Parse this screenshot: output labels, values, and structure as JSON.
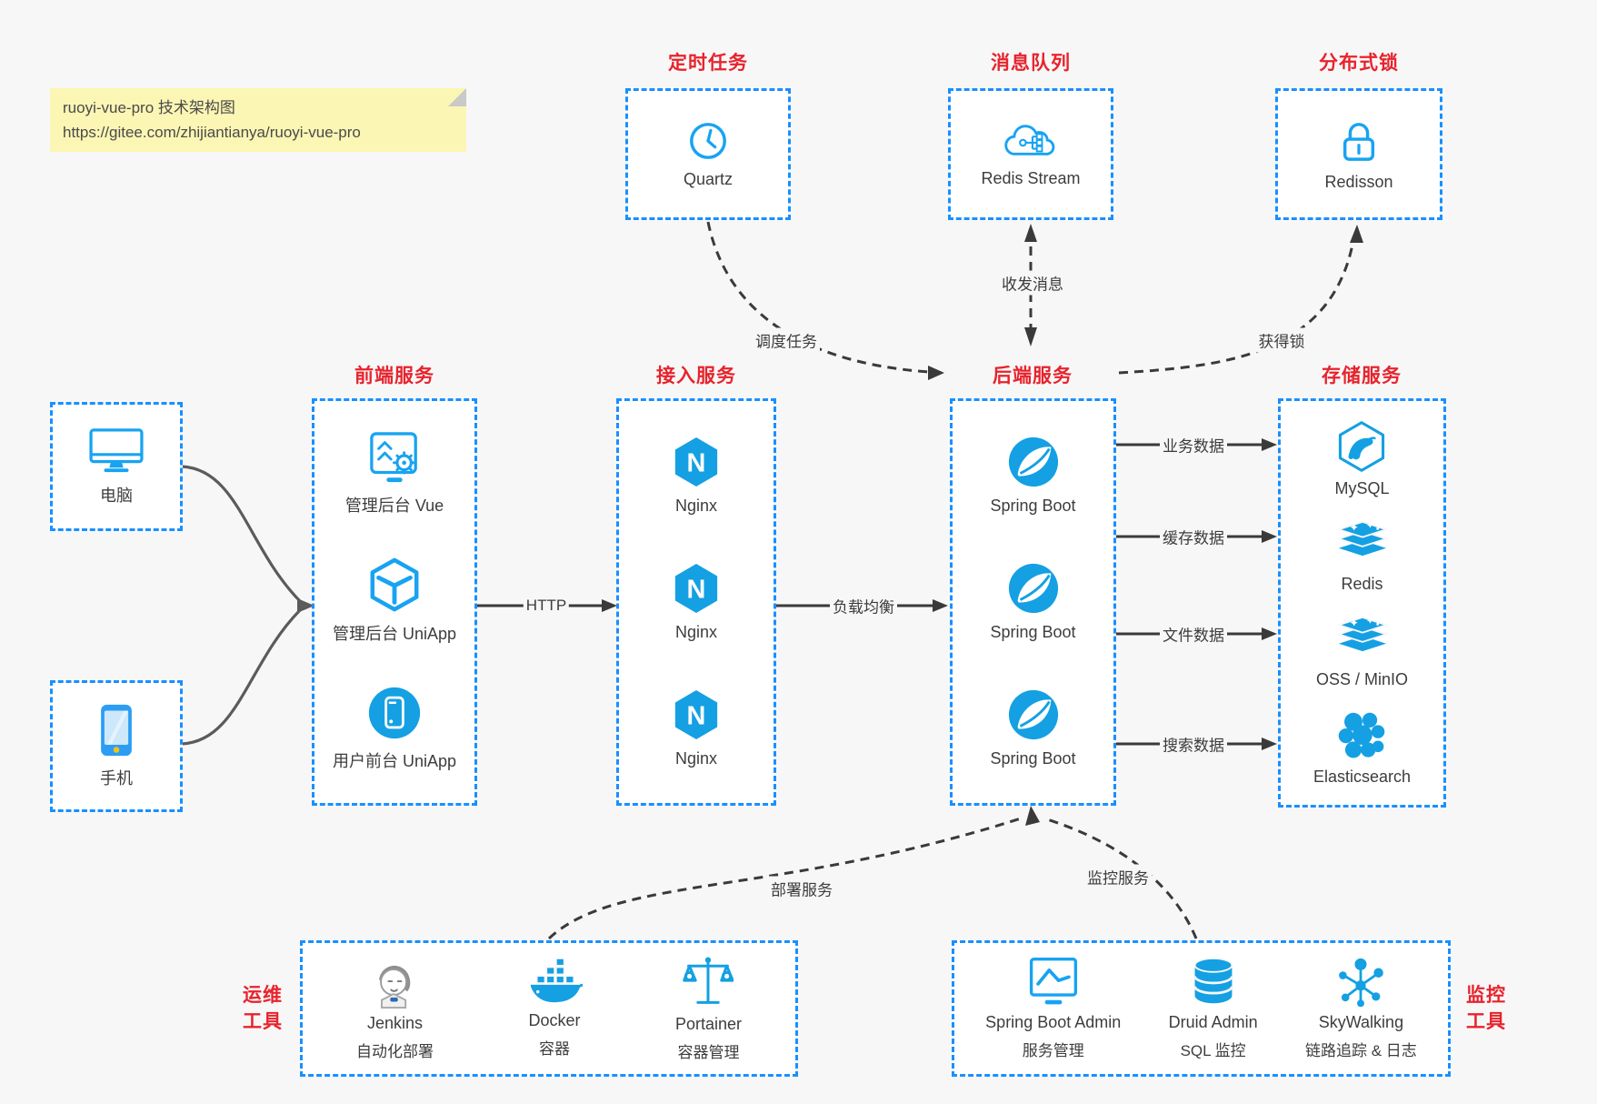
{
  "note": {
    "title": "ruoyi-vue-pro 技术架构图",
    "url": "https://gitee.com/zhijiantianya/ruoyi-vue-pro"
  },
  "colors": {
    "box_border_blue": "#1890ff",
    "icon_fill_blue": "#14a0e3",
    "icon_stroke_blue": "#18a3f2",
    "title_red": "#e8232c",
    "arrow_dark": "#3a3a3a",
    "device_arrow_gray": "#5b5b5b",
    "note_yellow": "#fbf6b4",
    "background": "#f7f7f8"
  },
  "top": {
    "scheduler": {
      "title": "定时任务",
      "item": {
        "icon": "clock-icon",
        "label": "Quartz"
      }
    },
    "mq": {
      "title": "消息队列",
      "item": {
        "icon": "cloud-stream-icon",
        "label": "Redis Stream"
      }
    },
    "lock": {
      "title": "分布式锁",
      "item": {
        "icon": "lock-icon",
        "label": "Redisson"
      }
    }
  },
  "devices": {
    "pc": {
      "icon": "desktop-icon",
      "label": "电脑"
    },
    "mobile": {
      "icon": "smartphone-icon",
      "label": "手机"
    }
  },
  "frontend": {
    "title": "前端服务",
    "items": [
      {
        "icon": "admin-vue-icon",
        "label": "管理后台 Vue"
      },
      {
        "icon": "uniapp-cube-icon",
        "label": "管理后台 UniApp"
      },
      {
        "icon": "user-app-icon",
        "label": "用户前台 UniApp"
      }
    ]
  },
  "access": {
    "title": "接入服务",
    "items": [
      {
        "icon": "nginx-icon",
        "label": "Nginx"
      },
      {
        "icon": "nginx-icon",
        "label": "Nginx"
      },
      {
        "icon": "nginx-icon",
        "label": "Nginx"
      }
    ]
  },
  "backend": {
    "title": "后端服务",
    "items": [
      {
        "icon": "spring-boot-icon",
        "label": "Spring Boot"
      },
      {
        "icon": "spring-boot-icon",
        "label": "Spring Boot"
      },
      {
        "icon": "spring-boot-icon",
        "label": "Spring Boot"
      }
    ]
  },
  "storage": {
    "title": "存储服务",
    "items": [
      {
        "icon": "mysql-icon",
        "label": "MySQL"
      },
      {
        "icon": "redis-icon",
        "label": "Redis"
      },
      {
        "icon": "oss-minio-icon",
        "label": "OSS / MinIO"
      },
      {
        "icon": "elasticsearch-icon",
        "label": "Elasticsearch"
      }
    ]
  },
  "ops": {
    "side_line1": "运维",
    "side_line2": "工具",
    "items": [
      {
        "icon": "jenkins-icon",
        "name": "Jenkins",
        "sub": "自动化部署"
      },
      {
        "icon": "docker-icon",
        "name": "Docker",
        "sub": "容器"
      },
      {
        "icon": "portainer-icon",
        "name": "Portainer",
        "sub": "容器管理"
      }
    ]
  },
  "monitorTools": {
    "side_line1": "监控",
    "side_line2": "工具",
    "items": [
      {
        "icon": "sba-icon",
        "name": "Spring Boot Admin",
        "sub": "服务管理"
      },
      {
        "icon": "druid-icon",
        "name": "Druid Admin",
        "sub": "SQL 监控"
      },
      {
        "icon": "skywalking-icon",
        "name": "SkyWalking",
        "sub": "链路追踪 & 日志"
      }
    ]
  },
  "edges": {
    "http": "HTTP",
    "load_balance": "负载均衡",
    "biz_data": "业务数据",
    "cache_data": "缓存数据",
    "file_data": "文件数据",
    "search_data": "搜索数据",
    "schedule": "调度任务",
    "messages": "收发消息",
    "get_lock": "获得锁",
    "deploy": "部署服务",
    "monitor": "监控服务"
  }
}
